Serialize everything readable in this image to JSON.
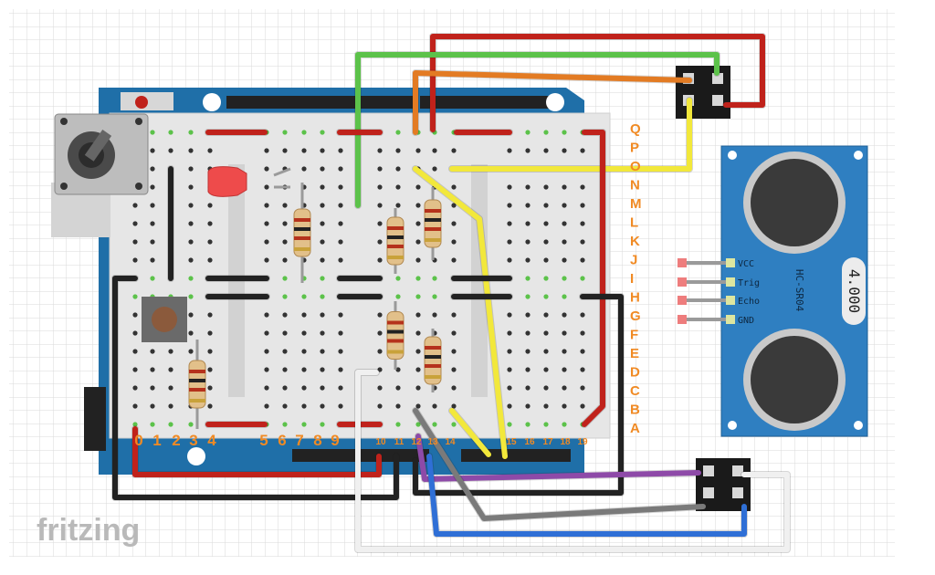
{
  "brand": {
    "name": "fritzing",
    "color": "#b9b9b9"
  },
  "colors": {
    "board": "#1f6fa8",
    "breadboard": "#e6e6e6",
    "label_orange": "#f08a24",
    "sensor_blue": "#2f7fc1",
    "wire_red": "#c0221b",
    "wire_green": "#5cc24a",
    "wire_orange": "#e37b23",
    "wire_yellow": "#f2e83b",
    "wire_black": "#222222",
    "wire_purple": "#8e4aa8",
    "wire_gray": "#7a7a7a",
    "wire_blue": "#2f6fd6",
    "wire_white": "#f0f0f0"
  },
  "row_labels": [
    "Q",
    "P",
    "O",
    "N",
    "M",
    "L",
    "K",
    "J",
    "I",
    "H",
    "G",
    "F",
    "E",
    "D",
    "C",
    "B",
    "A"
  ],
  "column_labels": [
    "0",
    "1",
    "2",
    "3",
    "4",
    "5",
    "6",
    "7",
    "8",
    "9",
    "10",
    "11",
    "12",
    "13",
    "14",
    "15",
    "16",
    "17",
    "18",
    "19"
  ],
  "sensor": {
    "model": "HC-SR04",
    "badge": "4.000",
    "pins": [
      "VCC",
      "Trig",
      "Echo",
      "GND"
    ]
  },
  "components": {
    "potentiometer": "potentiometer",
    "led": "red-led",
    "button": "push-button",
    "connector_top": "4-pin-connector",
    "connector_bottom": "4-pin-connector"
  }
}
